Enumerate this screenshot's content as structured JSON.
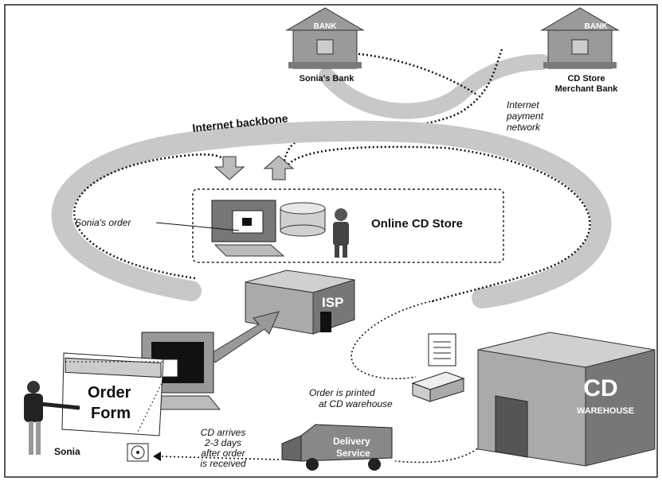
{
  "banks": {
    "sign": "BANK",
    "customer_bank": "Sonia's Bank",
    "merchant_bank_line1": "CD Store",
    "merchant_bank_line2": "Merchant Bank"
  },
  "network": {
    "backbone": "Internet backbone",
    "payment_line1": "Internet",
    "payment_line2": "payment",
    "payment_line3": "network"
  },
  "store": {
    "name": "Online CD Store",
    "order_note": "Sonia's order"
  },
  "isp": {
    "label": "ISP"
  },
  "customer": {
    "name": "Sonia",
    "form_line1": "Order",
    "form_line2": "Form"
  },
  "warehouse": {
    "line1": "CD",
    "line2": "WAREHOUSE",
    "printed_line1": "Order is printed",
    "printed_line2": "at CD warehouse"
  },
  "delivery": {
    "truck_line1": "Delivery",
    "truck_line2": "Service",
    "arrival_line1": "CD arrives",
    "arrival_line2": "2-3 days",
    "arrival_line3": "after order",
    "arrival_line4": "is received"
  },
  "colors": {
    "backbone": "#c8c8c8",
    "building": "#9a9a9a",
    "building_dark": "#5e5e5e",
    "outline": "#111111"
  }
}
